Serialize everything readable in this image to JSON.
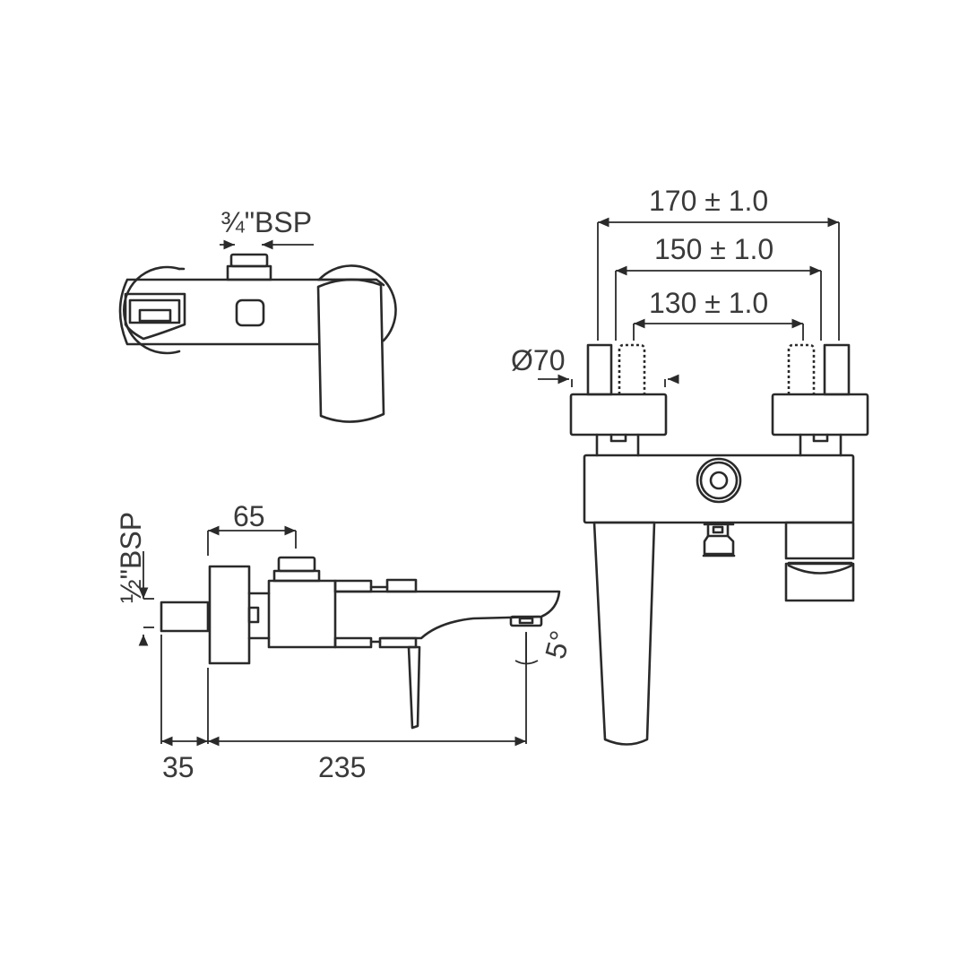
{
  "drawing": {
    "title": "Wall-mounted bath mixer technical drawing",
    "line_color": "#2a2a2a",
    "text_color": "#3a3a3a",
    "views": {
      "top_view": {
        "inlet_label": "¾\"BSP"
      },
      "side_view": {
        "connector_label": "½\"BSP",
        "dim_inlet_offset": "65",
        "dim_wall_to_body": "35",
        "dim_body_to_spout": "235",
        "spout_angle": "5°"
      },
      "front_view": {
        "dim_outer": "170 ± 1.0",
        "dim_middle": "150 ± 1.0",
        "dim_inner": "130 ± 1.0",
        "flange_diameter": "Ø70"
      }
    }
  }
}
